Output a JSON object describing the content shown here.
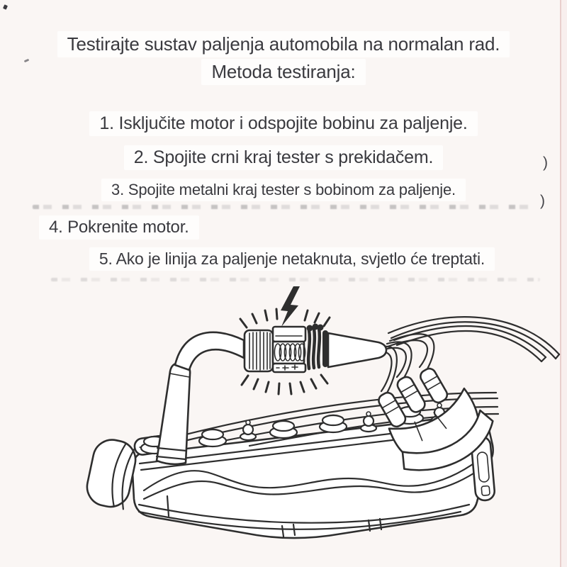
{
  "page": {
    "background_color": "#faf6f4",
    "edge_stripe_color": "#f8efee",
    "edge_line_color": "#e9cfcd",
    "line_art_color": "#2e2e2e",
    "text_color": "#3a3a3f"
  },
  "instructions": {
    "title_line1": "Testirajte sustav paljenja automobila na normalan rad.",
    "title_line2": "Metoda testiranja:",
    "steps": [
      "1. Isključite motor i odspojite bobinu za paljenje.",
      "2. Spojite crni kraj tester s prekidačem.",
      "3. Spojite metalni kraj tester s bobinom za paljenje.",
      "4. Pokrenite motor.",
      "5. Ako je linija za paljenje netaknuta, svjetlo će treptati."
    ]
  },
  "artifacts": {
    "stray_mark_right_1": ")",
    "stray_mark_right_2": ")",
    "erased_text_note": "faint remnants of erased text lines"
  },
  "illustration": {
    "parts": [
      {
        "name": "lightning-bolt-icon"
      },
      {
        "name": "spark-flash-rays-icon"
      },
      {
        "name": "inline-spark-tester-icon"
      },
      {
        "name": "ignition-coil-wire-icon"
      },
      {
        "name": "engine-valve-cover-icon"
      },
      {
        "name": "spark-plugs-icon"
      },
      {
        "name": "spark-plug-wires-icon"
      },
      {
        "name": "distributor-cap-icon"
      }
    ]
  }
}
